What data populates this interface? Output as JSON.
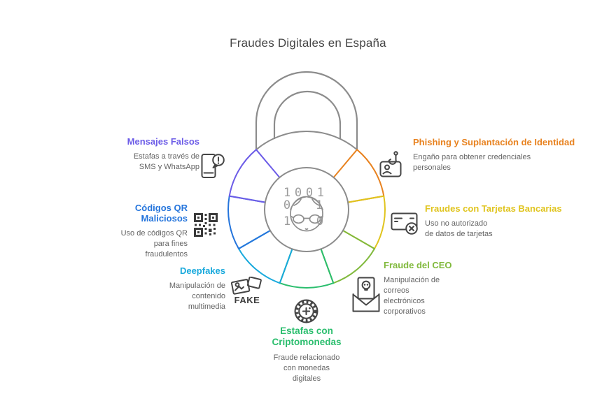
{
  "title": "Fraudes Digitales en España",
  "colors": {
    "lock": "#8C8C8C",
    "title_text": "#454545",
    "description_text": "#636363"
  },
  "center": {
    "row1": "1 0 0 1",
    "row2_left": "0",
    "row2_right": "1",
    "row3_left": "1",
    "row3_right": "0"
  },
  "items": [
    {
      "id": "mensajes-falsos",
      "label": "Mensajes Falsos",
      "description": "Estafas a través de\nSMS y WhatsApp",
      "color": "#6C5CE7",
      "icon": "phone-alert-icon"
    },
    {
      "id": "codigos-qr-maliciosos",
      "label": "Códigos QR Maliciosos",
      "description": "Uso de códigos QR\npara fines\nfraudulentos",
      "color": "#2575DC",
      "icon": "qr-code-icon"
    },
    {
      "id": "deepfakes",
      "label": "Deepfakes",
      "description": "Manipulación de\ncontenido\nmultimedia",
      "color": "#18A9DC",
      "icon": "fake-photo-icon",
      "icon_label": "FAKE"
    },
    {
      "id": "estafas-con-criptomonedas",
      "label": "Estafas con\nCriptomonedas",
      "description": "Fraude relacionado\ncon monedas\ndigitales",
      "color": "#2BBE6E",
      "icon": "crypto-coin-icon"
    },
    {
      "id": "fraude-del-ceo",
      "label": "Fraude del CEO",
      "description": "Manipulación de\ncorreos\nelectrónicos\ncorporativos",
      "color": "#80B93C",
      "icon": "mail-skull-icon"
    },
    {
      "id": "fraudes-con-tarjetas-bancarias",
      "label": "Fraudes con Tarjetas Bancarias",
      "description": "Uso no autorizado\nde datos de tarjetas",
      "color": "#E0C41E",
      "icon": "card-x-icon"
    },
    {
      "id": "phishing-y-suplantacion-de-identidad",
      "label": "Phishing y Suplantación de Identidad",
      "description": "Engaño para obtener credenciales\npersonales",
      "color": "#E8821F",
      "icon": "id-hook-icon"
    }
  ]
}
